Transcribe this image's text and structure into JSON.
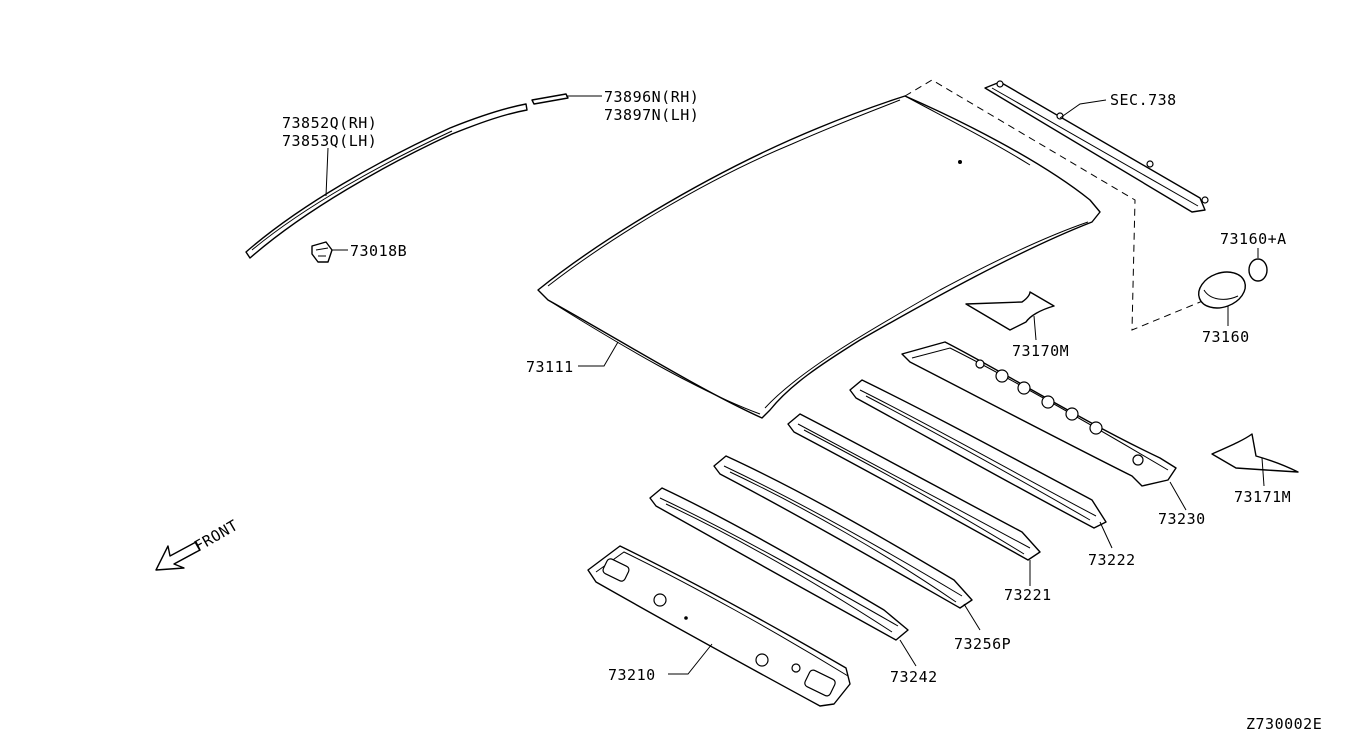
{
  "parts": {
    "p73852q": "73852Q(RH)",
    "p73853q": "73853Q(LH)",
    "p73896n": "73896N(RH)",
    "p73897n": "73897N(LH)",
    "p73018b": "73018B",
    "sec738": "SEC.738",
    "p73160a": "73160+A",
    "p73160": "73160",
    "p73170m": "73170M",
    "p73111": "73111",
    "p73230": "73230",
    "p73171m": "73171M",
    "p73222": "73222",
    "p73221": "73221",
    "p73256p": "73256P",
    "p73242": "73242",
    "p73210": "73210"
  },
  "front_label": "FRONT",
  "diagram_code": "Z730002E"
}
